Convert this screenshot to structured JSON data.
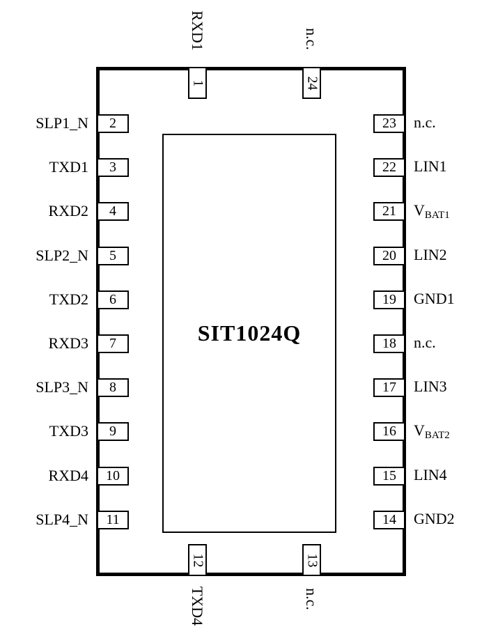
{
  "chip": {
    "title": "SIT1024Q"
  },
  "colors": {
    "line": "#000000",
    "background": "#ffffff"
  },
  "pins": {
    "top": [
      {
        "num": "1",
        "label": "RXD1"
      },
      {
        "num": "24",
        "label": "n.c."
      }
    ],
    "bottom": [
      {
        "num": "12",
        "label": "TXD4"
      },
      {
        "num": "13",
        "label": "n.c."
      }
    ],
    "left": [
      {
        "num": "2",
        "label": "SLP1_N"
      },
      {
        "num": "3",
        "label": "TXD1"
      },
      {
        "num": "4",
        "label": "RXD2"
      },
      {
        "num": "5",
        "label": "SLP2_N"
      },
      {
        "num": "6",
        "label": "TXD2"
      },
      {
        "num": "7",
        "label": "RXD3"
      },
      {
        "num": "8",
        "label": "SLP3_N"
      },
      {
        "num": "9",
        "label": "TXD3"
      },
      {
        "num": "10",
        "label": "RXD4"
      },
      {
        "num": "11",
        "label": "SLP4_N"
      }
    ],
    "right": [
      {
        "num": "23",
        "label": "n.c.",
        "label_sub": ""
      },
      {
        "num": "22",
        "label": "LIN1",
        "label_sub": ""
      },
      {
        "num": "21",
        "label": "V",
        "label_sub": "BAT1"
      },
      {
        "num": "20",
        "label": "LIN2",
        "label_sub": ""
      },
      {
        "num": "19",
        "label": "GND1",
        "label_sub": ""
      },
      {
        "num": "18",
        "label": "n.c.",
        "label_sub": ""
      },
      {
        "num": "17",
        "label": "LIN3",
        "label_sub": ""
      },
      {
        "num": "16",
        "label": "V",
        "label_sub": "BAT2"
      },
      {
        "num": "15",
        "label": "LIN4",
        "label_sub": ""
      },
      {
        "num": "14",
        "label": "GND2",
        "label_sub": ""
      }
    ]
  }
}
